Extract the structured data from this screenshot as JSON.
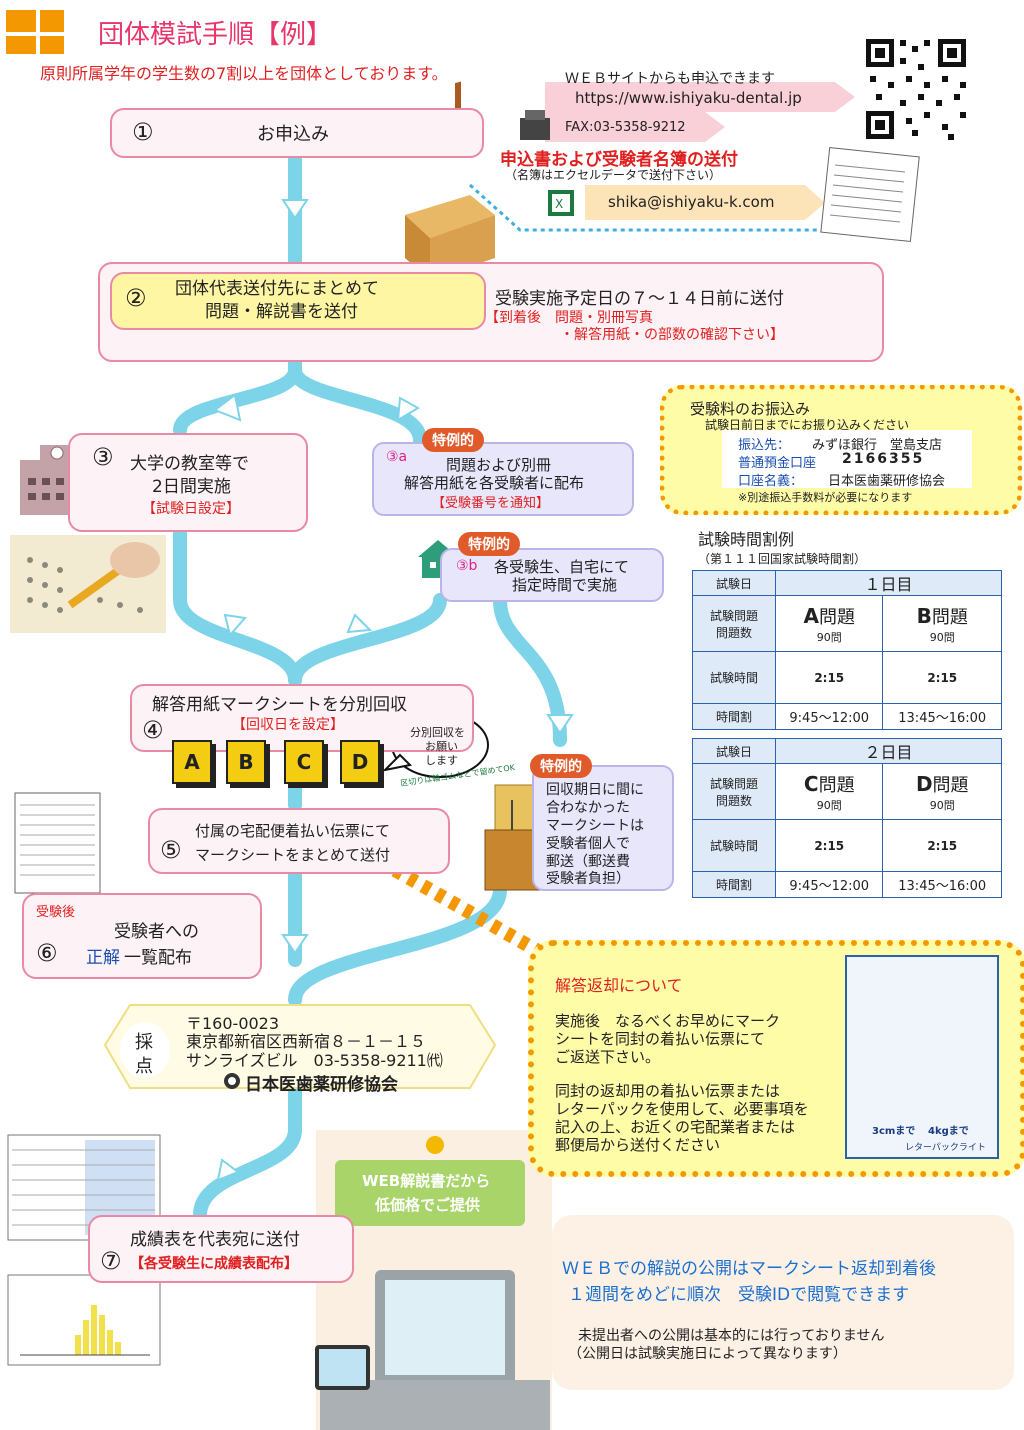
{
  "header": {
    "title": "団体模試手順【例】",
    "subtitle": "原則所属学年の学生数の7割以上を団体としております。"
  },
  "web": {
    "label": "ＷＥＢサイトからも申込できます",
    "url": "https://www.ishiyaku-dental.jp",
    "fax": "FAX:03-5358-9212",
    "send_title": "申込書および受験者名簿の送付",
    "send_note": "（名簿はエクセルデータで送付下さい）",
    "email": "shika@ishiyaku-k.com"
  },
  "steps": {
    "s1": {
      "num": "①",
      "label": "お申込み"
    },
    "s2": {
      "num": "②",
      "line1": "団体代表送付先にまとめて",
      "line2": "問題・解説書を送付",
      "note1": "受験実施予定日の７～１４日前に送付",
      "note2": "【到着後　問題・別冊写真",
      "note3": "・解答用紙・の部数の確認下さい】"
    },
    "s3": {
      "num": "③",
      "line1": "大学の教室等で",
      "line2": "2日間実施",
      "note": "【試験日設定】"
    },
    "s3a": {
      "tag": "特例的",
      "num": "③a",
      "line1": "問題および別冊",
      "line2": "解答用紙を各受験者に配布",
      "note": "【受験番号を通知】"
    },
    "s3b": {
      "tag": "特例的",
      "num": "③b",
      "line1": "各受験生、自宅にて",
      "line2": "指定時間で実施"
    },
    "s4": {
      "num": "④",
      "line1": "解答用紙マークシートを分別回収",
      "note": "【回収日を設定】",
      "letters": [
        "A",
        "B",
        "C",
        "D"
      ],
      "bubble1": "分別回収を",
      "bubble2": "お願い",
      "bubble3": "します",
      "small": "区切りは輪ゴムなどで留めてOK"
    },
    "s4b": {
      "tag": "特例的",
      "line1": "回収期日に間に",
      "line2": "合わなかった",
      "line3": "マークシートは",
      "line4": "受験者個人で",
      "line5": "郵送（郵送費",
      "line6": "受験者負担）"
    },
    "s5": {
      "num": "⑤",
      "line1": "付属の宅配便着払い伝票にて",
      "line2": "マークシートをまとめて送付"
    },
    "s6": {
      "num": "⑥",
      "tag": "受験後",
      "line1": "受験者への",
      "line2a": "正解",
      "line2b": "一覧配布"
    },
    "scoring": {
      "label1": "採",
      "label2": "点",
      "zip": "〒160-0023",
      "addr": "東京都新宿区西新宿８－１－１５",
      "bld": "サンライズビル　03-5358-9211㈹",
      "org": "日本医歯薬研修協会"
    },
    "s7": {
      "num": "⑦",
      "line1": "成績表を代表宛に送付",
      "note": "【各受験生に成績表配布】"
    }
  },
  "payment": {
    "title": "受験料のお振込み",
    "note": "試験日前日までにお振り込みください",
    "rows": [
      {
        "k": "振込先：",
        "v": "みずほ銀行　堂島支店"
      },
      {
        "k": "普通預金口座",
        "v": "2166355"
      },
      {
        "k": "口座名義：",
        "v": "日本医歯薬研修協会"
      }
    ],
    "foot": "※別途振込手数料が必要になります"
  },
  "schedule": {
    "title": "試験時間割例",
    "subtitle": "（第１１１回国家試験時間割）",
    "days": [
      {
        "label": "試験日",
        "day": "１日目",
        "row1": "試験問題",
        "row1b": "問題数",
        "qa": "A",
        "qb": "B",
        "qsuffix": "問題",
        "count": "90問",
        "row2": "試験時間",
        "dur": "2:15",
        "row3": "時間割",
        "slot1": "9:45～12:00",
        "slot2": "13:45～16:00"
      },
      {
        "label": "試験日",
        "day": "２日目",
        "row1": "試験問題",
        "row1b": "問題数",
        "qa": "C",
        "qb": "D",
        "qsuffix": "問題",
        "count": "90問",
        "row2": "試験時間",
        "dur": "2:15",
        "row3": "時間割",
        "slot1": "9:45～12:00",
        "slot2": "13:45～16:00"
      }
    ]
  },
  "return": {
    "title": "解答返却について",
    "p1": "実施後　なるべくお早めにマーク",
    "p2": "シートを同封の着払い伝票にて",
    "p3": "ご返送下さい。",
    "p4": "同封の返却用の着払い伝票または",
    "p5": "レターパックを使用して、必要事項を",
    "p6": "記入の上、お近くの宅配業者または",
    "p7": "郵便局から送付ください",
    "lp1": "3cmまで",
    "lp2": "4kgまで",
    "lp3": "レターパックライト"
  },
  "webnote": {
    "badge1": "WEB解説書だから",
    "badge2": "低価格でご提供",
    "l1": "ＷＥＢでの解説の公開はマークシート返却到着後",
    "l2": "１週間をめどに順次　受験IDで閲覧できます",
    "l3": "未提出者への公開は基本的には行っておりません",
    "l4": "（公開日は試験実施日によって異なります）"
  },
  "colors": {
    "flow": "#7dd3e8",
    "pink_border": "#e88aa4",
    "orange": "#f39800",
    "yellow": "#fff59a",
    "red": "#e02020"
  }
}
